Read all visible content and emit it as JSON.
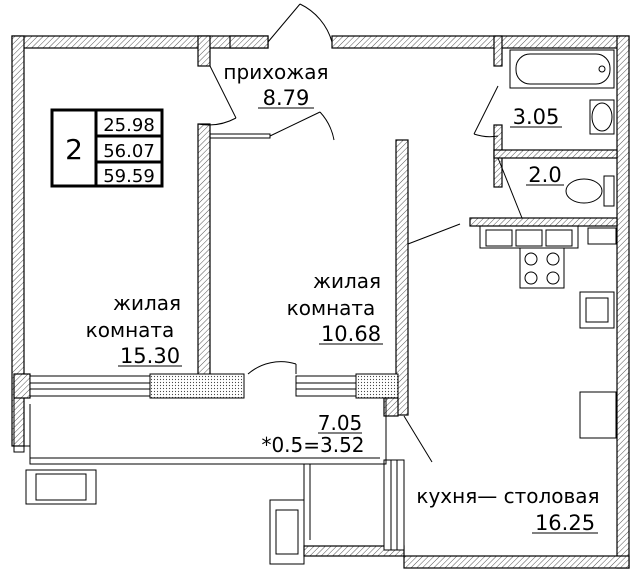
{
  "summary_box": {
    "rooms_count": "2",
    "living_area": "25.98",
    "total_area": "56.07",
    "total_area_with_balcony": "59.59"
  },
  "rooms": [
    {
      "name": "прихожая",
      "area": "8.79"
    },
    {
      "name_line1": "жилая",
      "name_line2": "комната",
      "area": "15.30"
    },
    {
      "name_line1": "жилая",
      "name_line2": "комната",
      "area": "10.68"
    },
    {
      "name": "кухня— столовая",
      "area": "16.25"
    },
    {
      "area": "3.05"
    },
    {
      "area": "2.0"
    },
    {
      "area": "7.05",
      "coef": "*0.5=3.52"
    }
  ]
}
